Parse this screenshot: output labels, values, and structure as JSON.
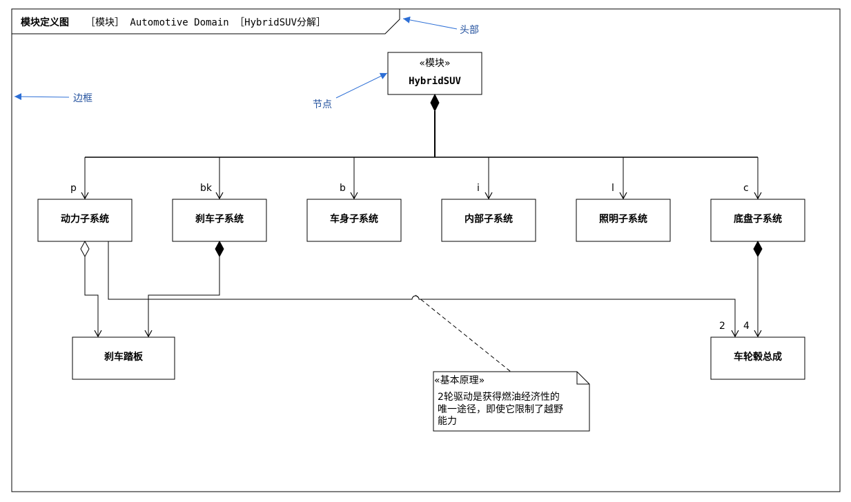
{
  "frame": {
    "header_kind": "模块定义图",
    "header_rest": "［模块］ Automotive Domain ［HybridSUV分解］"
  },
  "annotations": {
    "header": "头部",
    "frame": "边框",
    "node": "节点"
  },
  "root_block": {
    "stereotype": "«模块»",
    "name": "HybridSUV"
  },
  "subsystems": [
    {
      "name": "动力子系统",
      "role": "p"
    },
    {
      "name": "刹车子系统",
      "role": "bk"
    },
    {
      "name": "车身子系统",
      "role": "b"
    },
    {
      "name": "内部子系统",
      "role": "i"
    },
    {
      "name": "照明子系统",
      "role": "l"
    },
    {
      "name": "底盘子系统",
      "role": "c"
    }
  ],
  "parts": {
    "brake_pedal": "刹车踏板",
    "wheel_hub": "车轮毂总成"
  },
  "multiplicities": {
    "drive": "2",
    "chassis": "4"
  },
  "note": {
    "stereotype": "«基本原理»",
    "line1": "2轮驱动是获得燃油经济性的",
    "line2": "唯一途径，即使它限制了越野",
    "line3": "能力"
  },
  "colors": {
    "line": "#000000",
    "annotation": "#1f4e9c",
    "annotation_arrow": "#2d6fd6"
  }
}
